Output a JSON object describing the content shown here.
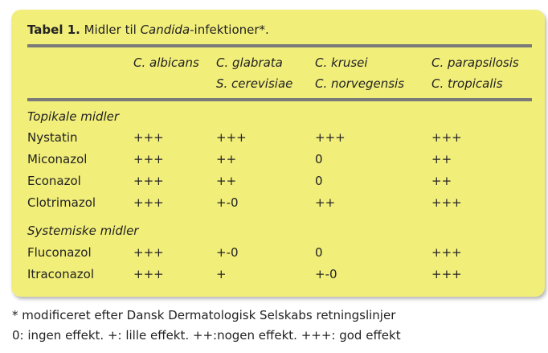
{
  "table": {
    "caption_label": "Tabel 1.",
    "caption_pre": " Midler til ",
    "caption_italic": "Candida",
    "caption_post": "-infektioner*.",
    "headers": [
      [
        "C. albicans"
      ],
      [
        "C. glabrata",
        "S. cerevisiae"
      ],
      [
        "C. krusei",
        "C. norvegensis"
      ],
      [
        "C. parapsilosis",
        "C. tropicalis"
      ]
    ],
    "sections": [
      {
        "title": "Topikale midler",
        "rows": [
          [
            "Nystatin",
            "+++",
            "+++",
            "+++",
            "+++"
          ],
          [
            "Miconazol",
            "+++",
            "++",
            "0",
            "++"
          ],
          [
            "Econazol",
            "+++",
            "++",
            "0",
            "++"
          ],
          [
            "Clotrimazol",
            "+++",
            "+-0",
            "++",
            "+++"
          ]
        ]
      },
      {
        "title": "Systemiske midler",
        "rows": [
          [
            "Fluconazol",
            "+++",
            "+-0",
            "0",
            "+++"
          ],
          [
            "Itraconazol",
            "+++",
            "+",
            "+-0",
            "+++"
          ]
        ]
      }
    ]
  },
  "footnotes": [
    "* modificeret efter Dansk Dermatologisk Selskabs retningslinjer",
    "0: ingen effekt. +: lille effekt. ++:nogen effekt. +++: god effekt"
  ],
  "colors": {
    "panel_background": "#f1ee7a",
    "rule": "#7a7a7a"
  }
}
